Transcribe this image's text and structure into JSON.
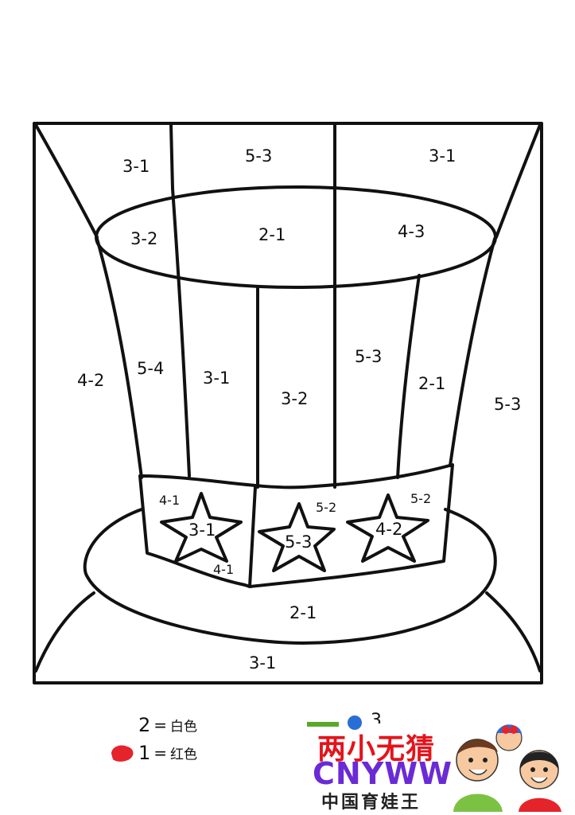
{
  "regions": {
    "top_left": "3-1",
    "top_mid": "5-3",
    "top_right": "3-1",
    "ellipse_left": "3-2",
    "ellipse_mid": "2-1",
    "ellipse_right": "4-3",
    "bg_left": "4-2",
    "bg_right": "5-3",
    "stripe1": "5-4",
    "stripe2": "3-1",
    "stripe3": "3-2",
    "stripe4": "5-3",
    "stripe5": "2-1",
    "band_tl": "4-1",
    "star1": "3-1",
    "band_bl": "4-1",
    "band_mid": "5-2",
    "star2": "5-3",
    "band_right": "5-2",
    "star3": "4-2",
    "brim": "2-1",
    "bottom": "3-1"
  },
  "legend": {
    "items": [
      {
        "number": "2",
        "eq": "=",
        "name": "白色",
        "color": "#ffffff"
      },
      {
        "number": "1",
        "eq": "=",
        "name": "红色",
        "color": "#e5232b"
      }
    ],
    "partial_number": "3"
  },
  "logo": {
    "title": "两小无猜",
    "brand": "CNYWW",
    "subtitle": "中国育娃王",
    "title_color": "#e3141b",
    "brand_color": "#6a2bd6"
  }
}
